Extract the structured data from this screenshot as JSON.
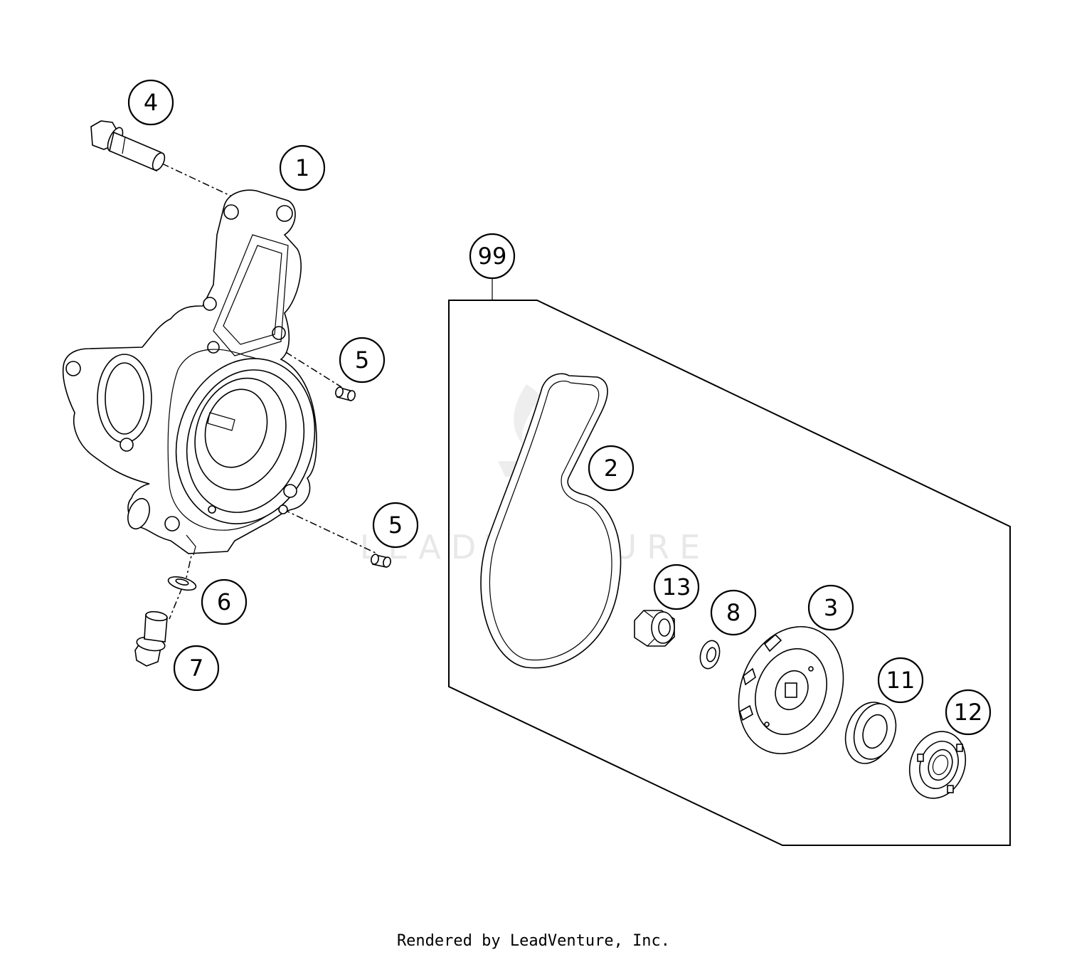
{
  "watermark": {
    "text": "LEADVENTURE"
  },
  "callouts": {
    "c1": "1",
    "c2": "2",
    "c3": "3",
    "c4": "4",
    "c5a": "5",
    "c5b": "5",
    "c6": "6",
    "c7": "7",
    "c8": "8",
    "c11": "11",
    "c12": "12",
    "c13": "13",
    "c99": "99"
  },
  "footer": {
    "text": "Rendered by LeadVenture, Inc."
  }
}
